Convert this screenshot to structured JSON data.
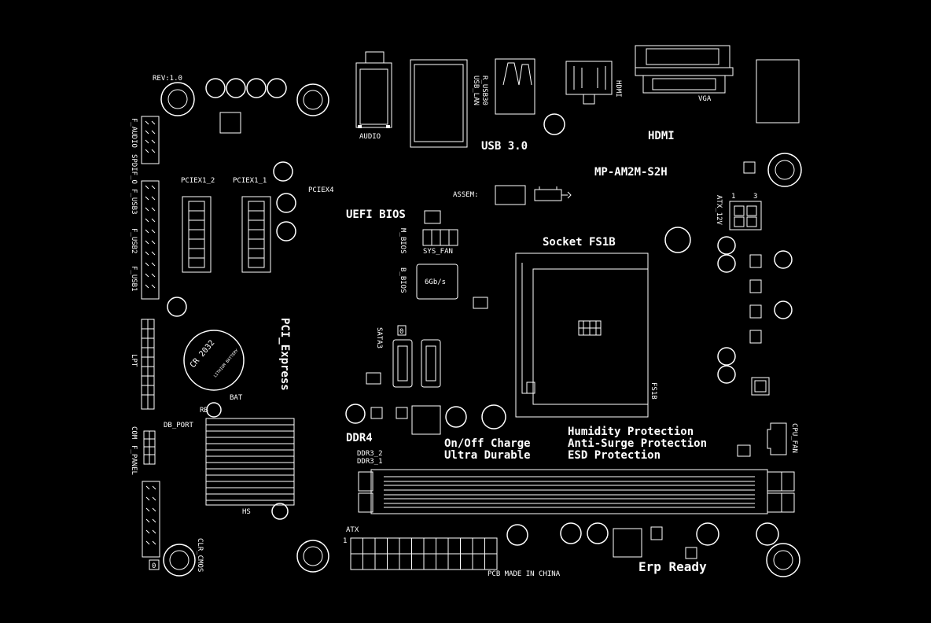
{
  "board": {
    "model": "MP-AM2M-S2H",
    "revision": "REV:1.0",
    "socket_title": "Socket FS1B",
    "socket_code": "FS1B",
    "made_in": "PCB MADE IN CHINA"
  },
  "rear_io": {
    "audio": "AUDIO",
    "usb_lan_1": "R_USB30",
    "usb_lan_2": "USB_LAN",
    "hdmi_port": "HDMI",
    "vga": "VGA"
  },
  "features": {
    "usb3": "USB 3.0",
    "hdmi": "HDMI",
    "uefi": "UEFI BIOS",
    "pci_express": "PCI_Express",
    "ddr4": "DDR4",
    "charge_1": "On/Off Charge",
    "charge_2": "Ultra Durable",
    "protection_1": "Humidity Protection",
    "protection_2": "Anti-Surge Protection",
    "protection_3": "ESD Protection",
    "erp": "Erp Ready"
  },
  "headers": {
    "f_audio": "F_AUDIO",
    "spdif": "SPDIF_O",
    "f_usb3": "F_USB3",
    "f_usb2": "F_USB2",
    "f_usb1": "F_USB1",
    "lpt": "LPT",
    "com": "COM",
    "f_panel": "F_PANEL",
    "clr_cmos": "CLR_CMOS",
    "db_port": "DB_PORT",
    "rb": "RB",
    "hs": "HS",
    "bat": "BAT",
    "battery_model": "CR 2032",
    "battery_sub": "LITHIUM BATTERY",
    "pciex1_2": "PCIEX1_2",
    "pciex1_1": "PCIEX1_1",
    "pciex4": "PCIEX4",
    "assem": "ASSEM:",
    "m_bios": "M_BIOS",
    "b_bios": "B_BIOS",
    "sys_fan": "SYS_FAN",
    "sata_speed": "6Gb/s",
    "sata3": "SATA3",
    "atx_12v": "ATX_12V",
    "atx_12v_pin1": "1",
    "atx_12v_pin3": "3",
    "cpu_fan": "CPU_FAN",
    "ddr3_2": "DDR3_2",
    "ddr3_1": "DDR3_1",
    "atx": "ATX",
    "atx_pin1": "1",
    "sata_jumper": "0",
    "clr_jumper": "0"
  },
  "colors": {
    "background": "#000000",
    "silkscreen": "#ffffff"
  }
}
